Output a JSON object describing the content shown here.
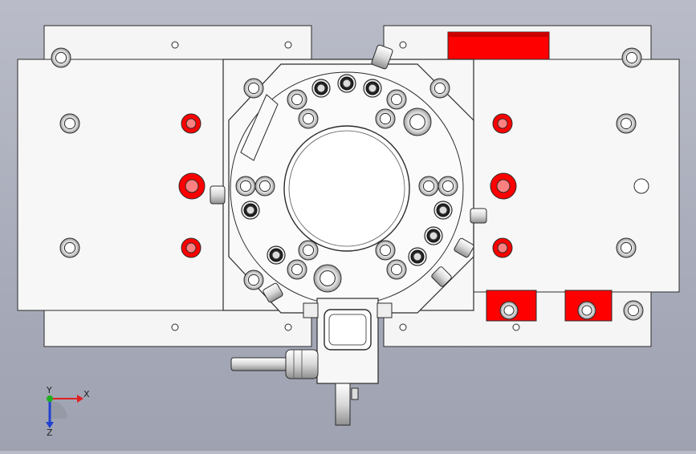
{
  "viewport": {
    "background_top": "#b9bcc8",
    "background_bottom": "#9ea2b1"
  },
  "colors": {
    "plate": "#f4f4f4",
    "outline": "#2b2b2b",
    "highlight": "#ff0000",
    "hole_ring": "#8a8a8a"
  },
  "axis_triad": {
    "x_label": "X",
    "y_label": "Y",
    "z_label": "Z",
    "x_color": "#e02020",
    "y_color": "#20b020",
    "z_color": "#2040d0"
  },
  "icons": {
    "fixture": "fixture-assembly-icon",
    "triad": "coordinate-triad-icon"
  }
}
